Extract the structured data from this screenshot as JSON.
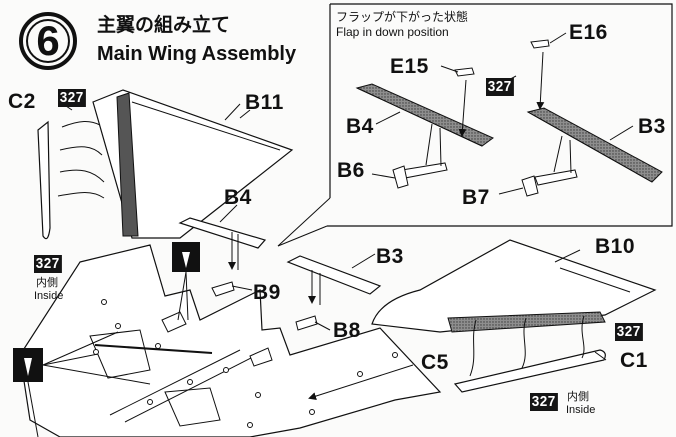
{
  "step": {
    "number": "6",
    "title_jp": "主翼の組み立て",
    "title_en": "Main Wing Assembly"
  },
  "inset": {
    "caption_jp": "フラップが下がった状態",
    "caption_en": "Flap in down position"
  },
  "parts": {
    "c2": "C2",
    "b11": "B11",
    "e15": "E15",
    "e16": "E16",
    "b4_inset": "B4",
    "b3_inset": "B3",
    "b6": "B6",
    "b7": "B7",
    "b4": "B4",
    "b3": "B3",
    "b9": "B9",
    "b8": "B8",
    "b10": "B10",
    "c5": "C5",
    "c1": "C1"
  },
  "badges": {
    "cement_c2": "327",
    "cement_inset": "327",
    "cement_left": "327",
    "cement_right": "327",
    "cement_c1": "327"
  },
  "notes": {
    "left_inside_jp": "内側",
    "left_inside_en": "Inside",
    "c1_inside_jp": "内側",
    "c1_inside_en": "Inside"
  }
}
